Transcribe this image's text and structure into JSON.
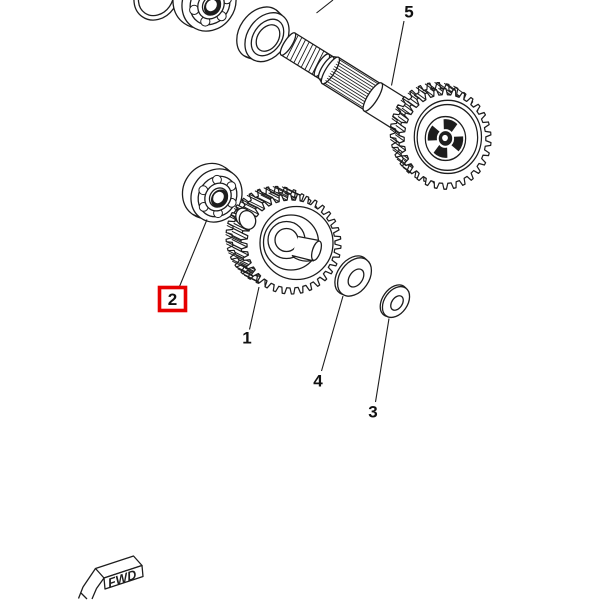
{
  "colors": {
    "background": "#ffffff",
    "line": "#1d1d1d",
    "highlight": "#e60000",
    "label_text": "#111111"
  },
  "callouts": {
    "one": {
      "label": "1"
    },
    "two": {
      "label": "2"
    },
    "three": {
      "label": "3"
    },
    "four": {
      "label": "4"
    },
    "five": {
      "label": "5"
    }
  },
  "selected_callout": "2",
  "fwd": {
    "label": "FWD"
  }
}
